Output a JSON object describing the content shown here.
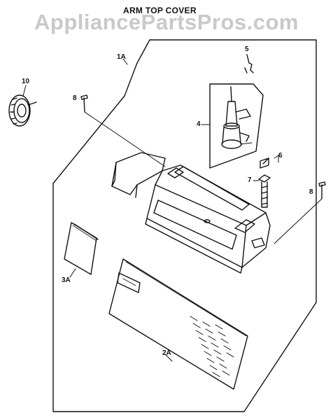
{
  "title": "ARM TOP COVER",
  "watermark": "AppliancePartsPros.com",
  "callouts": [
    {
      "id": "1A",
      "text": "1A"
    },
    {
      "id": "10",
      "text": "10"
    },
    {
      "id": "8a",
      "text": "8"
    },
    {
      "id": "5",
      "text": "5"
    },
    {
      "id": "4",
      "text": "4"
    },
    {
      "id": "6",
      "text": "6"
    },
    {
      "id": "7",
      "text": "7"
    },
    {
      "id": "8b",
      "text": "8"
    },
    {
      "id": "3A",
      "text": "3A"
    },
    {
      "id": "2A",
      "text": "2A"
    }
  ]
}
